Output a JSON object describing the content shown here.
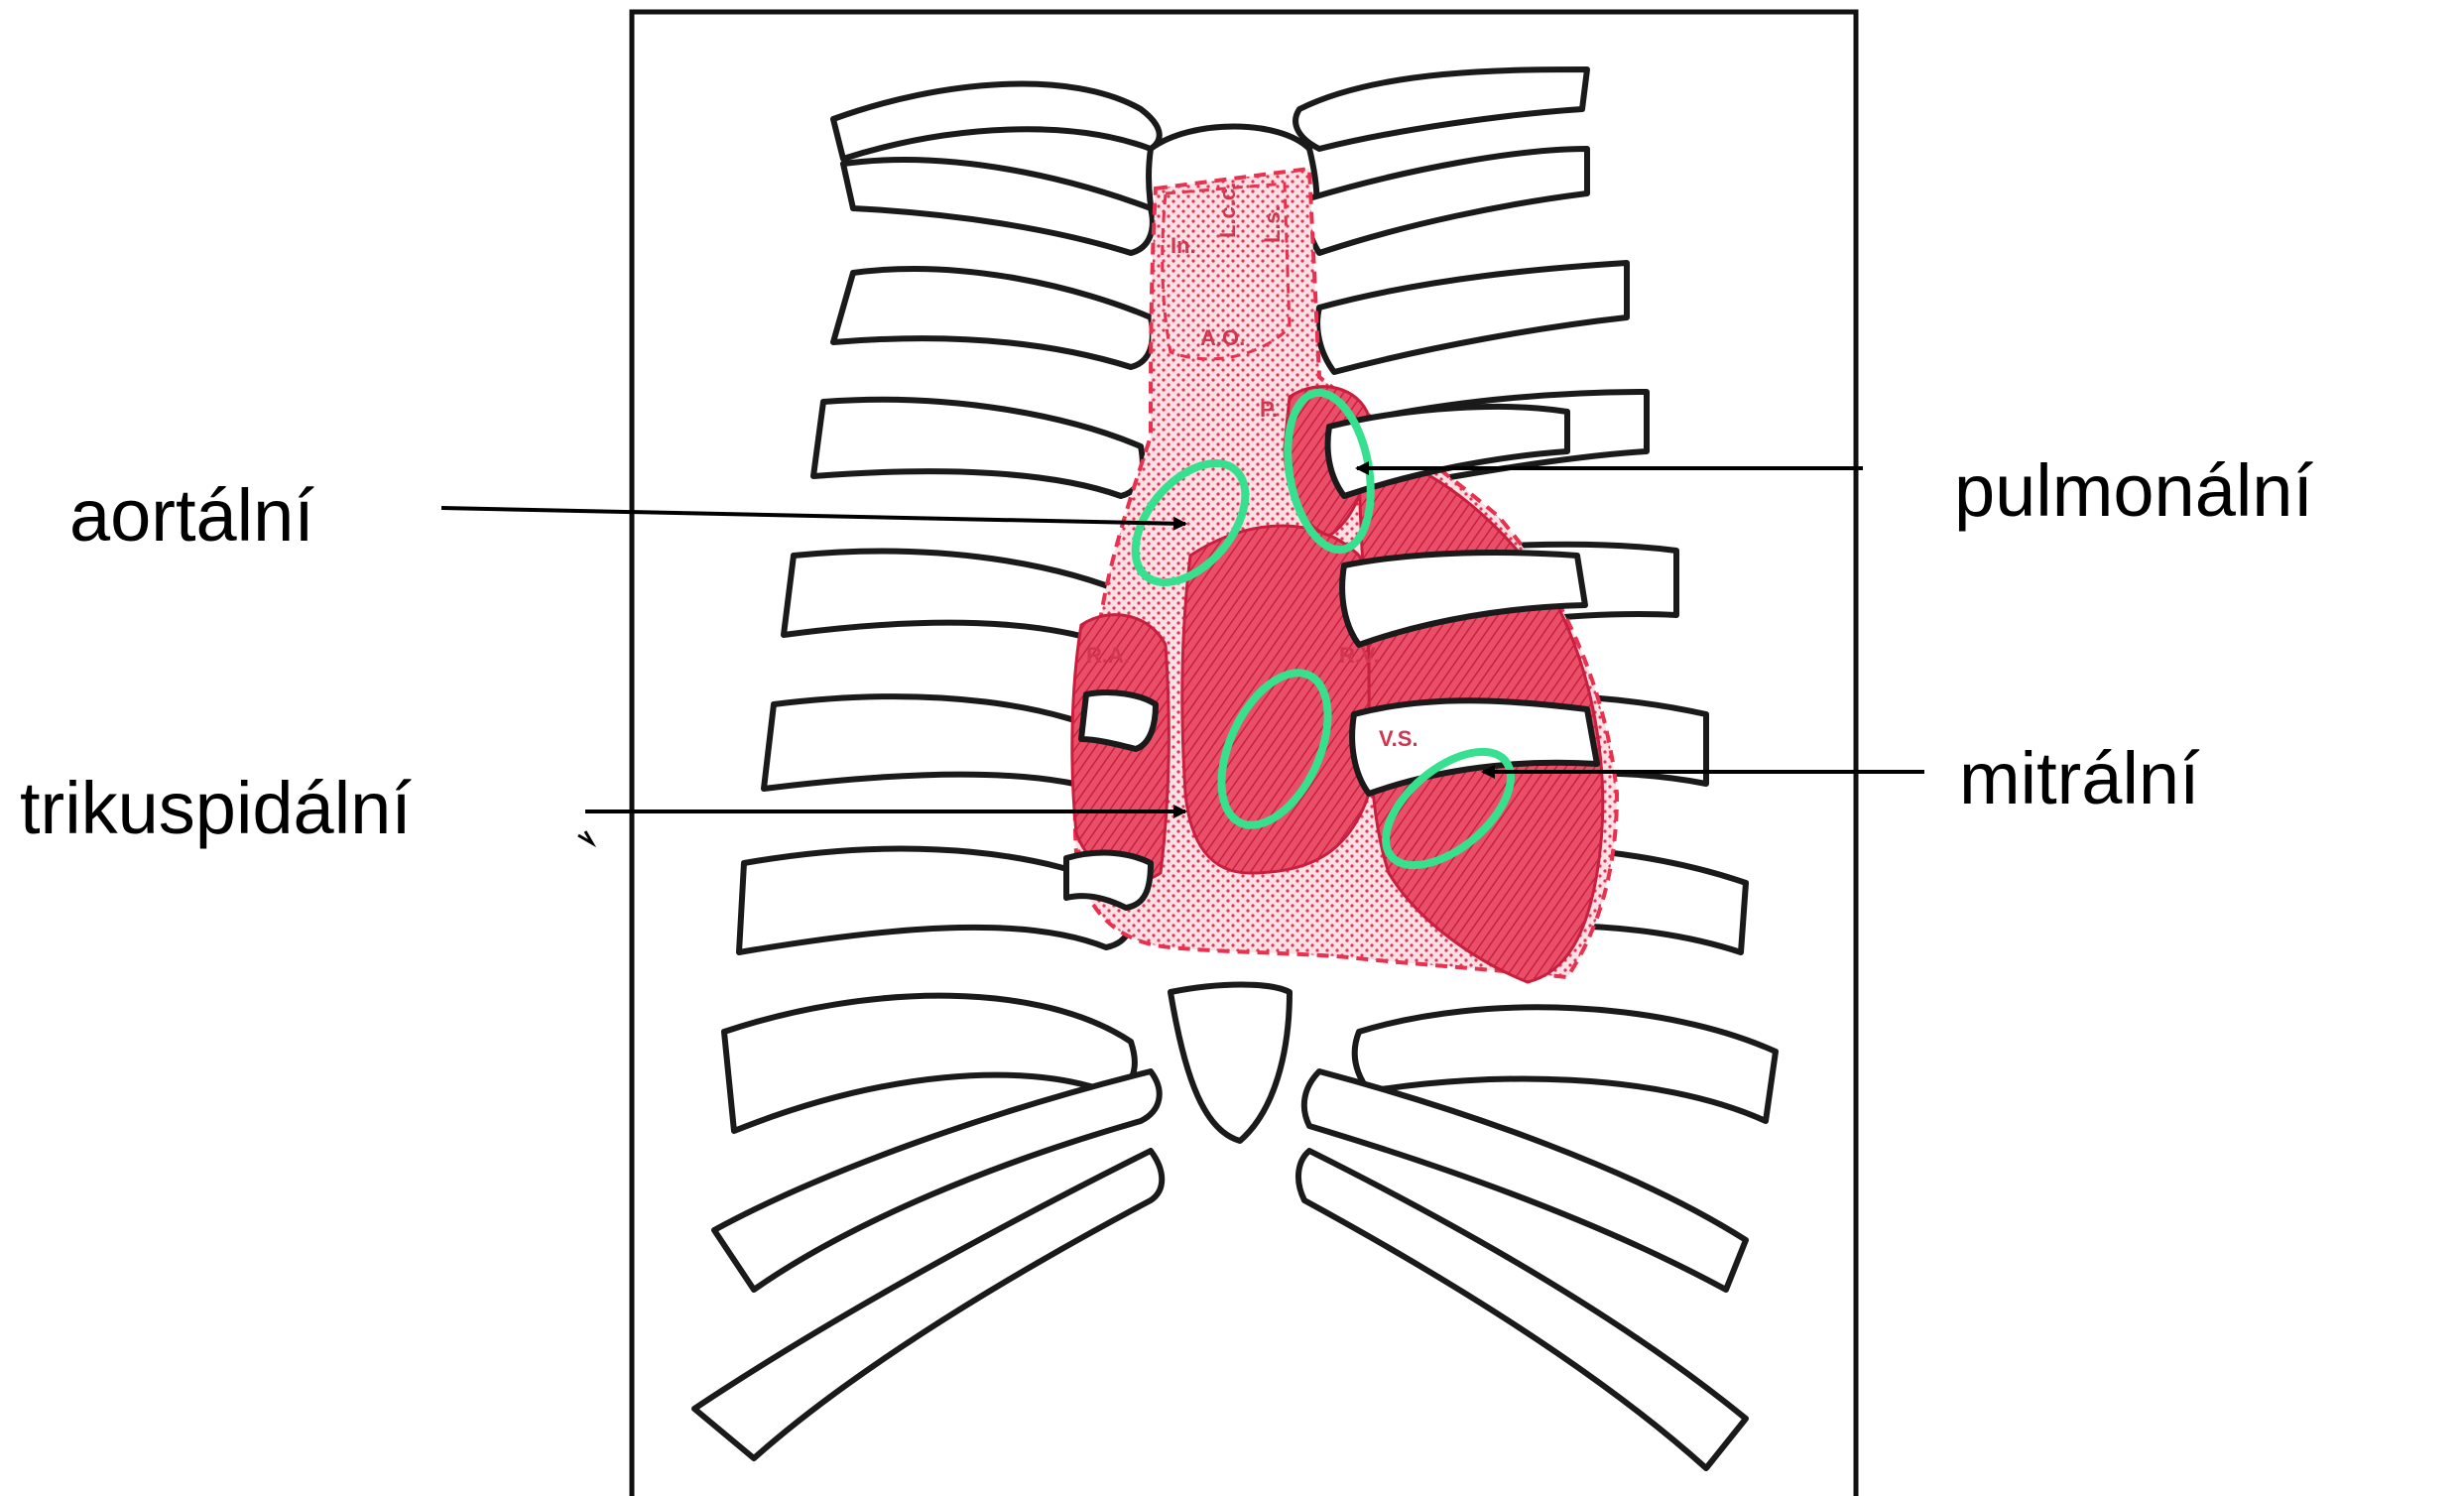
{
  "colors": {
    "heart": "#e8304f",
    "heart_light": "#f7c2cb",
    "valve_marker": "#37e08e",
    "line": "#000000",
    "bone_shadow": "#2a2a2a"
  },
  "labels": {
    "aortic": "aortální",
    "pulmonary": "pulmonální",
    "tricuspid": "trikuspidální",
    "mitral": "mitrální"
  },
  "anatomy_labels": {
    "innominate": "In.",
    "left_common_carotid": "L.c.c.",
    "left_subclavian": "L.s.",
    "aorta": "A.O.",
    "pulmonary_artery": "P.",
    "right_atrium": "R.A.",
    "right_ventricle": "R.V.",
    "left_ventricle": "V.S."
  },
  "icons": {
    "valve_marker": "ellipse-outline-icon",
    "pointer": "arrow-icon"
  }
}
